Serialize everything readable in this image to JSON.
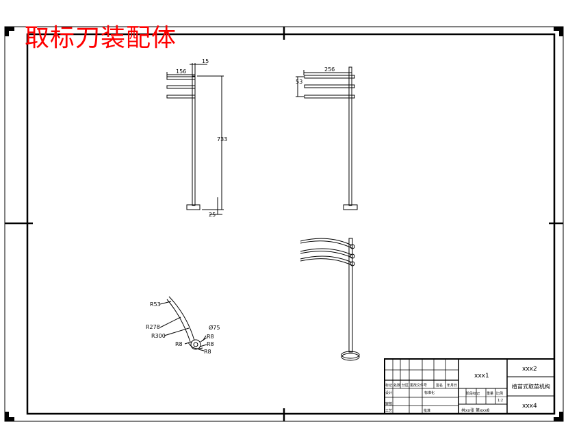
{
  "overlay_title": "取标刀装配体",
  "dimensions": {
    "d_156": "156",
    "d_15": "15",
    "d_733": "733",
    "d_25": "25",
    "d_256": "256",
    "d_53": "53",
    "r_53": "R53",
    "r_278": "R278",
    "r_300": "R300",
    "phi_75": "Ø75",
    "r_8_a": "R8",
    "r_8_b": "R8",
    "r_8_c": "R8",
    "r_8_d": "R8"
  },
  "title_block": {
    "part_number": "xxx1",
    "drawing_code": "xxx2",
    "drawing_name": "植苗式取苗机构",
    "material": "xxx4",
    "company_note": "共xx张 第xxx8",
    "scale_value": "1:2",
    "headers": {
      "mark": "标记",
      "count": "处数",
      "zone": "分区",
      "change_doc": "更改文件号",
      "signature": "签名",
      "date": "年月日",
      "designer": "设计",
      "standardization": "标准化",
      "stage_mark": "阶段标记",
      "weight": "重量",
      "scale": "比例",
      "checker": "审核",
      "process": "工艺",
      "approval": "批准"
    }
  }
}
